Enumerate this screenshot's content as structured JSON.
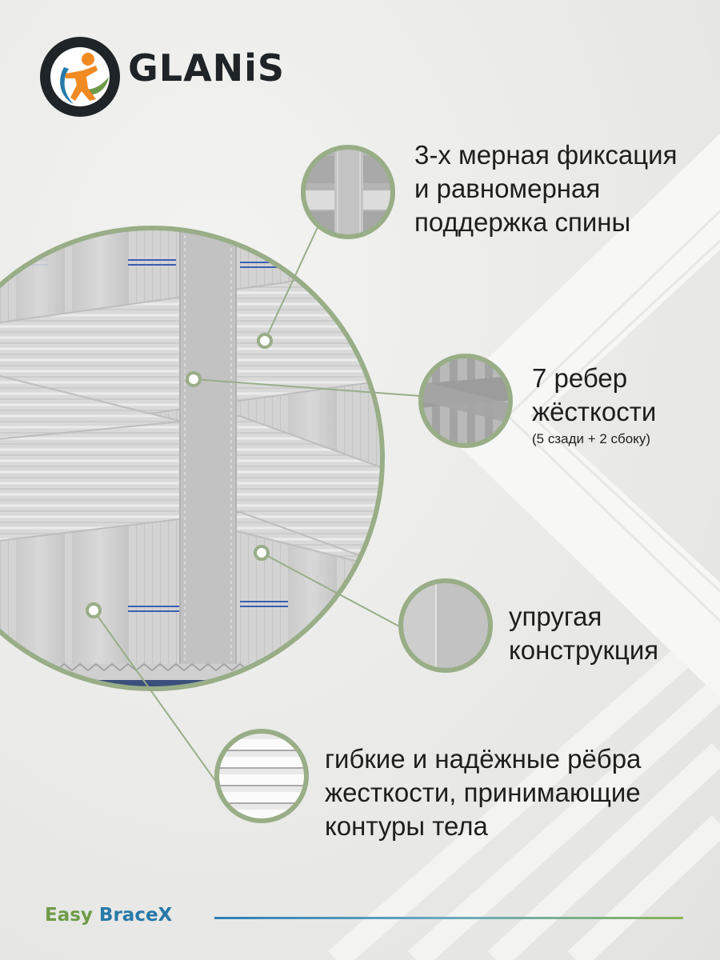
{
  "brand": {
    "logo_text": "GLANiS",
    "colors": {
      "green": "#99ad87",
      "blue": "#2779a8",
      "orange": "#f08a22",
      "dark": "#1f2428"
    }
  },
  "features": [
    {
      "lines": [
        "3-х мерная фиксация",
        "и равномерная",
        "поддержка спины"
      ],
      "icon": "back-support-zoom"
    },
    {
      "lines": [
        "7 ребер",
        "жёсткости"
      ],
      "sub": "(5 сзади + 2 сбоку)",
      "icon": "stiffening-ribs-zoom"
    },
    {
      "lines": [
        "упругая",
        "конструкция"
      ],
      "icon": "elastic-fabric-zoom"
    },
    {
      "lines": [
        "гибкие и надёжные рёбра",
        "жесткости, принимающие",
        "контуры тела"
      ],
      "icon": "flexible-ribs-zoom"
    }
  ],
  "footer": {
    "brand_part1": "Easy ",
    "brand_part2": "BraceX"
  }
}
